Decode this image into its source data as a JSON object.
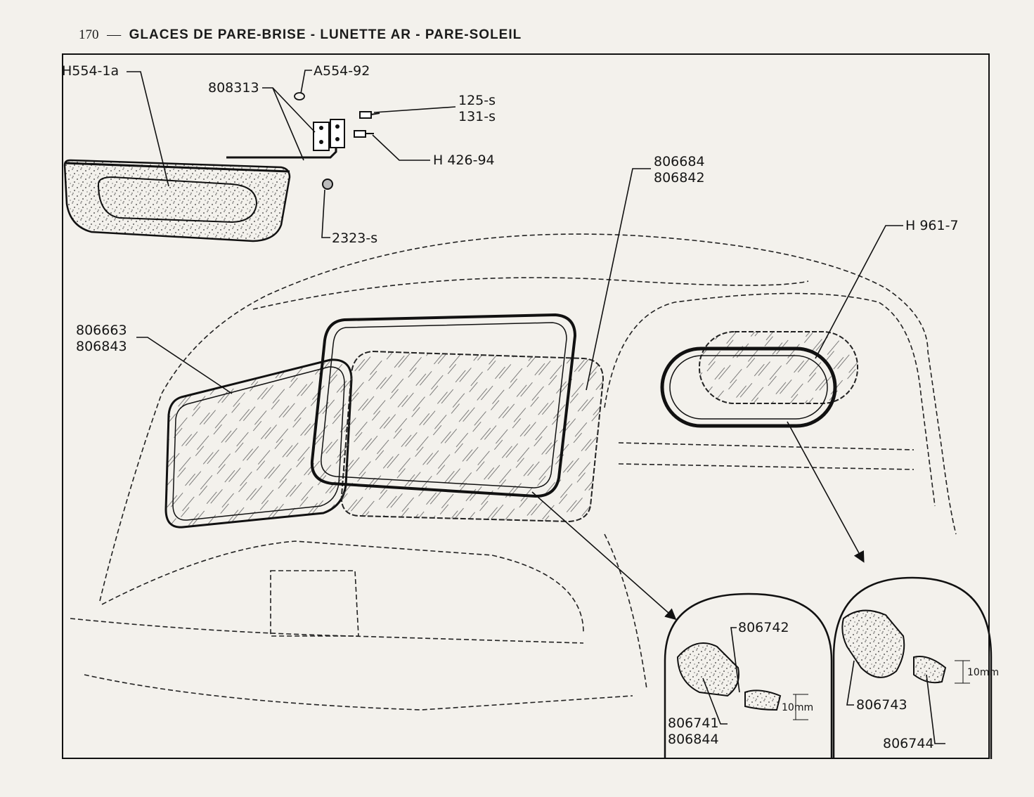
{
  "header": {
    "page_number": "170",
    "separator": "—",
    "title": "GLACES DE PARE-BRISE - LUNETTE AR - PARE-SOLEIL"
  },
  "labels": {
    "sun_visor": "H554-1a",
    "hinge": "808313",
    "ring": "A554-92",
    "screw_1": "125-s",
    "screw_2": "131-s",
    "screw_3": "H 426-94",
    "nut": "2323-s",
    "windshield_seal_1": "806684",
    "windshield_seal_2": "806842",
    "rear_window": "H 961-7",
    "windshield_glass_1": "806663",
    "windshield_glass_2": "806843",
    "detail_left_strip": "806742",
    "detail_left_seal_1": "806741",
    "detail_left_seal_2": "806844",
    "detail_left_dim": "10mm",
    "detail_right_seal": "806743",
    "detail_right_strip": "806744",
    "detail_right_dim": "10mm"
  },
  "colors": {
    "ink": "#151515",
    "paper": "#f3f1ec"
  }
}
